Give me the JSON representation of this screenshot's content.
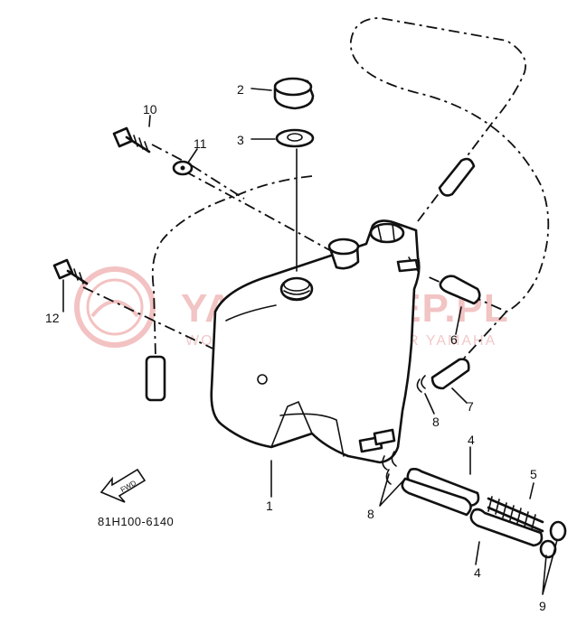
{
  "watermark": {
    "title": "YAMA-SKLEP.PL",
    "subtitle": "WOJCIECHOWICZ | DEALER YAMAHA"
  },
  "fwd_arrow_label": "FWD",
  "diagram_code": "81H100-6140",
  "callouts": {
    "c1": "1",
    "c2": "2",
    "c3": "3",
    "c4a": "4",
    "c4b": "4",
    "c5": "5",
    "c6": "6",
    "c7": "7",
    "c8a": "8",
    "c8b": "8",
    "c9": "9",
    "c10": "10",
    "c11": "11",
    "c12": "12"
  }
}
